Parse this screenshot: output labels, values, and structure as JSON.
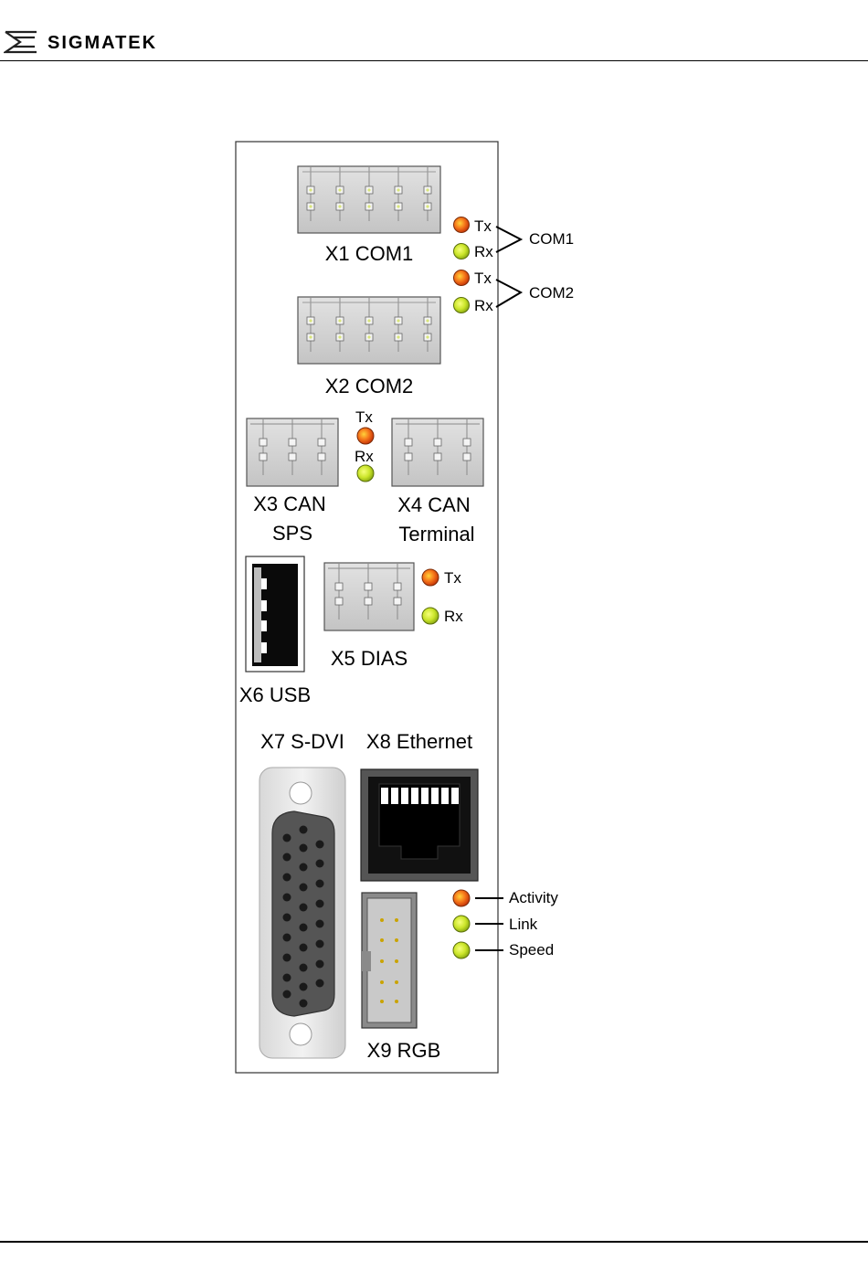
{
  "header": {
    "brand": "SIGMATEK"
  },
  "colors": {
    "led_orange": "#f05a14",
    "led_green": "#c8e628",
    "connector_gray": "#d4d4d4",
    "line": "#000000"
  },
  "panel": {
    "connectors": {
      "x1": "X1 COM1",
      "x2": "X2 COM2",
      "x3_line1": "X3 CAN",
      "x3_line2": "SPS",
      "x4_line1": "X4 CAN",
      "x4_line2": "Terminal",
      "x5": "X5 DIAS",
      "x6": "X6 USB",
      "x7": "X7 S-DVI",
      "x8": "X8 Ethernet",
      "x9": "X9 RGB"
    },
    "com_leds": {
      "tx": "Tx",
      "rx": "Rx",
      "com1": "COM1",
      "com2": "COM2"
    },
    "can_leds": {
      "tx": "Tx",
      "rx": "Rx"
    },
    "dias_leds": {
      "tx": "Tx",
      "rx": "Rx"
    },
    "eth_leds": {
      "activity": "Activity",
      "link": "Link",
      "speed": "Speed"
    }
  }
}
